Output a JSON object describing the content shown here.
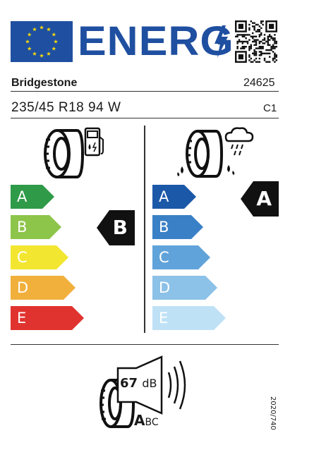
{
  "header": {
    "title": "ENERG",
    "icons": {
      "flag": "eu-flag-icon",
      "bolt": "lightning-bolt-icon",
      "qr": "qr-code-icon"
    }
  },
  "product": {
    "brand": "Bridgestone",
    "type_code": "24625",
    "size": "235/45 R18 94 W",
    "tyre_class": "C1"
  },
  "fuel_efficiency": {
    "icon": "tyre-fuel-pump-icon",
    "scale": [
      "A",
      "B",
      "C",
      "D",
      "E"
    ],
    "colors": [
      "#2f9a48",
      "#8dc44a",
      "#f2e630",
      "#f1b03c",
      "#e0332f"
    ],
    "rating": "B"
  },
  "wet_grip": {
    "icon": "tyre-rain-cloud-icon",
    "scale": [
      "A",
      "B",
      "C",
      "D",
      "E"
    ],
    "colors": [
      "#1c58a8",
      "#3a80c6",
      "#60a3da",
      "#8cc1e8",
      "#bfe1f6"
    ],
    "rating": "A"
  },
  "noise": {
    "icon": "tyre-speaker-icon",
    "value": "67",
    "unit": "dB",
    "class_big": "A",
    "class_rest": "BC"
  },
  "regulation": "2020/740"
}
